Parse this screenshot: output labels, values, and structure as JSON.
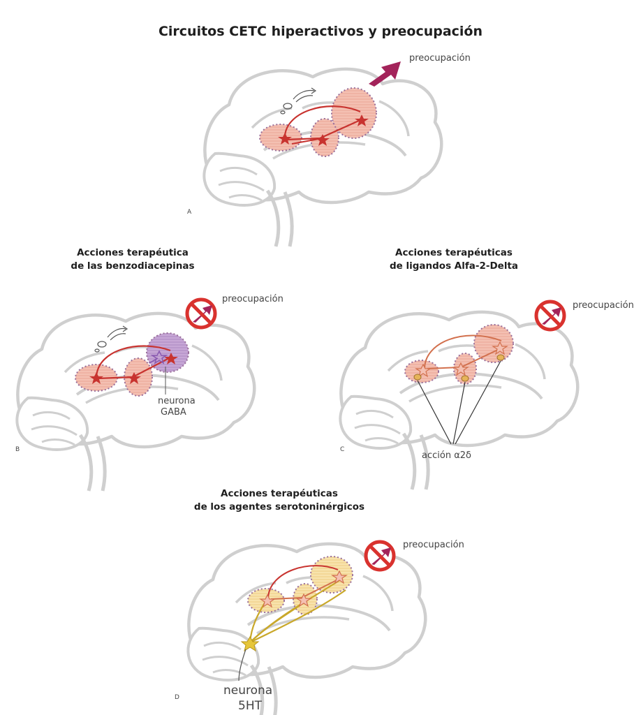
{
  "title": "Circuitos CETC hiperactivos y preocupación",
  "panels": {
    "a": {
      "letter": "A",
      "effect": "preocupación"
    },
    "b": {
      "letter": "B",
      "heading_line1": "Acciones terapéutica",
      "heading_line2": "de las benzodiacepinas",
      "effect": "preocupación",
      "neuron_line1": "neurona",
      "neuron_line2": "GABA"
    },
    "c": {
      "letter": "C",
      "heading_line1": "Acciones terapéuticas",
      "heading_line2": "de ligandos Alfa-2-Delta",
      "effect": "preocupación",
      "action_label": "acción α2δ"
    },
    "d": {
      "letter": "D",
      "heading_line1": "Acciones terapéuticas",
      "heading_line2": "de los agentes serotoninérgicos",
      "effect": "preocupación",
      "neuron_line1": "neurona",
      "neuron_line2": "5HT"
    }
  },
  "colors": {
    "brain_outline": "#cfcfcf",
    "circuit": "#c8332f",
    "region_fill": "#f2b8a8",
    "region_dash": "#9a6f9a",
    "gaba": "#8a5ab0",
    "alpha2delta": "#e6b45a",
    "serotonin": "#e6c63a",
    "arrow": "#a3235a",
    "no_sign": "#d9322e"
  }
}
